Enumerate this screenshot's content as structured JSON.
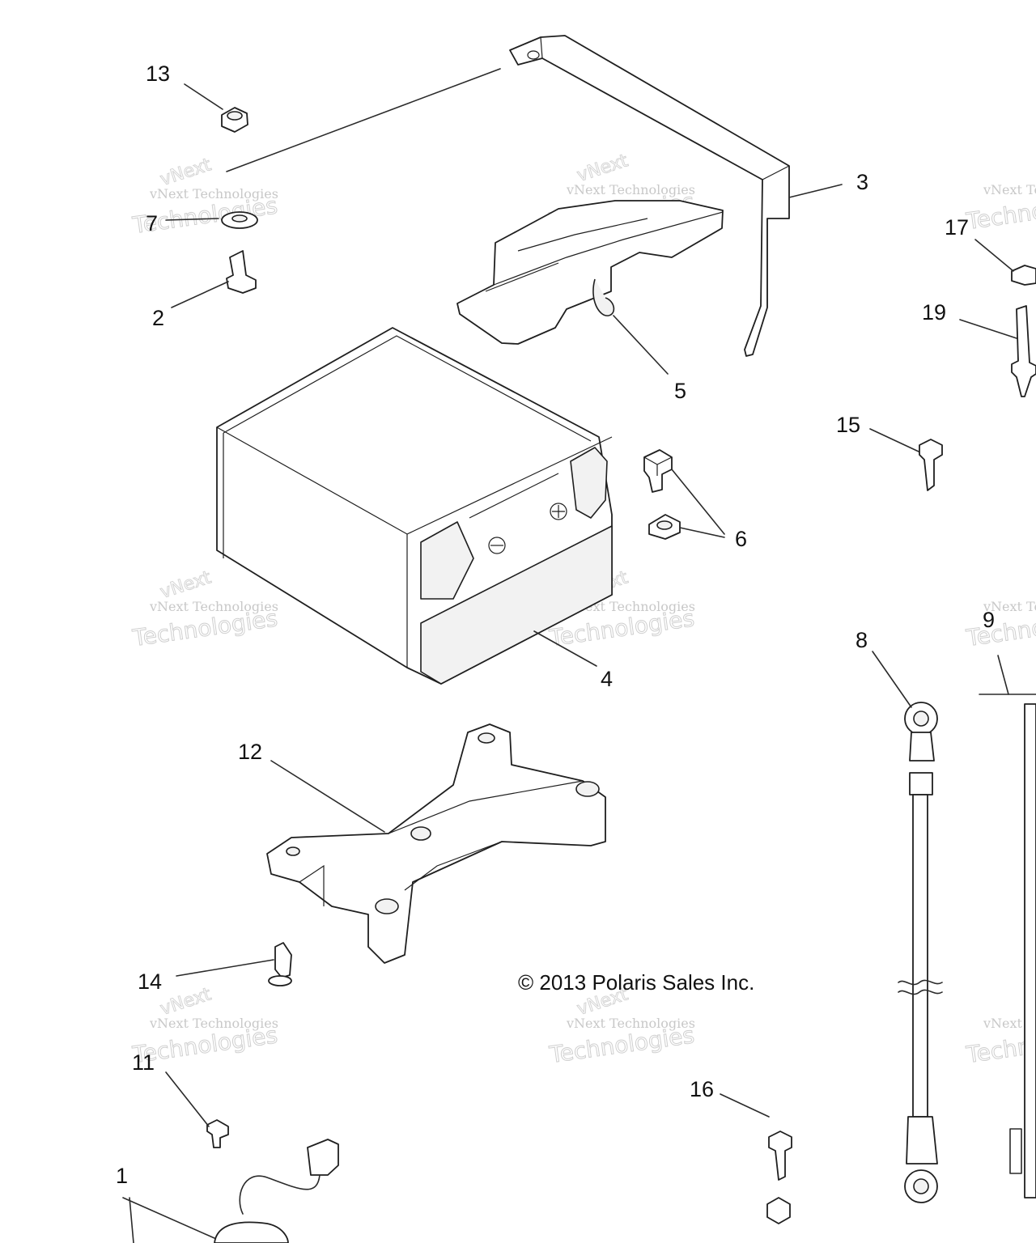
{
  "callouts": {
    "c1": "1",
    "c2": "2",
    "c3": "3",
    "c4": "4",
    "c5": "5",
    "c6": "6",
    "c7": "7",
    "c8": "8",
    "c9": "9",
    "c11": "11",
    "c12": "12",
    "c13": "13",
    "c14": "14",
    "c15": "15",
    "c16": "16",
    "c17": "17",
    "c19": "19"
  },
  "copyright": "© 2013 Polaris Sales Inc.",
  "watermark": {
    "line1": "vNext Technologies",
    "line2": "Technologies",
    "line3": "vNext"
  },
  "colors": {
    "line": "#1f1f1f",
    "watermark": "#cccccc",
    "background": "#ffffff"
  }
}
